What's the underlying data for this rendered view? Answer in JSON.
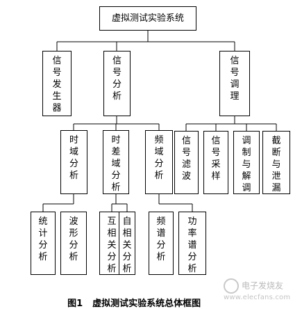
{
  "root": {
    "label": "虚拟测试实验系统"
  },
  "level1": [
    {
      "id": "signal-generator",
      "label": "信号发生器"
    },
    {
      "id": "signal-analysis",
      "label": "信号分析"
    },
    {
      "id": "signal-conditioning",
      "label": "信号调理"
    }
  ],
  "level2_analysis": [
    {
      "id": "time-domain-analysis",
      "label": "时域分析"
    },
    {
      "id": "time-difference-domain-analysis",
      "label": "时差域分析"
    },
    {
      "id": "frequency-domain-analysis",
      "label": "频域分析"
    }
  ],
  "level2_conditioning": [
    {
      "id": "signal-filtering",
      "label": "信号滤波"
    },
    {
      "id": "signal-sampling",
      "label": "信号采样"
    },
    {
      "id": "modulation-demodulation",
      "label": "调制与解调"
    },
    {
      "id": "truncation-leakage",
      "label": "截断与泄漏"
    }
  ],
  "level3": [
    {
      "id": "statistical-analysis",
      "label": "统计分析"
    },
    {
      "id": "waveform-analysis",
      "label": "波形分析"
    },
    {
      "id": "cross-correlation-analysis",
      "label": "互相关分析"
    },
    {
      "id": "auto-correlation-analysis",
      "label": "自相关分析"
    },
    {
      "id": "spectrum-analysis",
      "label": "频谱分析"
    },
    {
      "id": "power-spectrum-analysis",
      "label": "功率谱分析"
    }
  ],
  "caption": {
    "figure": "图1",
    "title": "虚拟测试实验系统总体框图"
  },
  "watermark": {
    "text": "电子发烧友",
    "url": "www.elecfans.com"
  }
}
